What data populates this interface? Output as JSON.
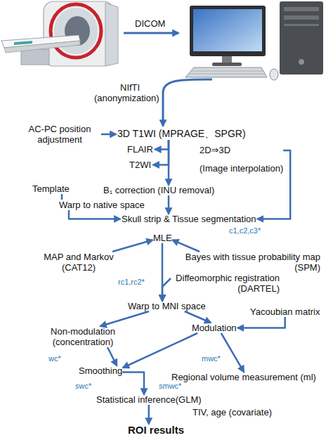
{
  "diagram": {
    "nodes": [
      {
        "text": [
          "AC-PC position adjustment"
        ]
      },
      {
        "text": [
          "3D T1WI (MPRAGE、SPGR)"
        ]
      },
      {
        "text": [
          "FLAIR"
        ]
      },
      {
        "text": [
          "T2WI"
        ]
      },
      {
        "text": [
          "2D⇒3D",
          "(Image interpolation)"
        ]
      },
      {
        "text": [
          "B₁ correction (INU removal)"
        ]
      },
      {
        "text": [
          "Template"
        ]
      },
      {
        "text": [
          "Warp to native space"
        ]
      },
      {
        "text": [
          "Skull strip & Tissue segmentation"
        ]
      },
      {
        "text": [
          "MLE"
        ]
      },
      {
        "text": [
          "MAP and Markov (CAT12)"
        ]
      },
      {
        "text": [
          "Bayes with tissue probability map (SPM)"
        ]
      },
      {
        "text": [
          "Diffeomorphic registration (DARTEL)"
        ]
      },
      {
        "text": [
          "Warp to MNI space"
        ]
      },
      {
        "text": [
          "Non-modulation (concentration)"
        ]
      },
      {
        "text": [
          "Modulation"
        ]
      },
      {
        "text": [
          "Yacoubian matrix"
        ]
      },
      {
        "text": [
          "Smoothing"
        ]
      },
      {
        "text": [
          "Regional volume measurement (ml)"
        ]
      },
      {
        "text": [
          "Statistical inference(GLM)"
        ]
      },
      {
        "text": [
          "ROI results"
        ]
      }
    ],
    "edges": [
      {
        "from": 0,
        "to": 1,
        "arrow": "to"
      },
      {
        "from": 1,
        "to": 2,
        "arrow": "to"
      },
      {
        "from": 1,
        "to": 3,
        "arrow": "to"
      },
      {
        "from": 1,
        "to": 5,
        "arrow": "to"
      },
      {
        "from": 4,
        "to": 8,
        "arrow": "to"
      },
      {
        "from": 5,
        "to": 8,
        "arrow": "to"
      },
      {
        "from": 6,
        "to": 7,
        "arrow": "none"
      },
      {
        "from": 7,
        "to": 8,
        "arrow": "to"
      },
      {
        "from": 10,
        "to": 9,
        "arrow": "to"
      },
      {
        "from": 11,
        "to": 9,
        "arrow": "to"
      },
      {
        "from": 9,
        "to": 13,
        "arrow": "to"
      },
      {
        "from": 12,
        "to": 13,
        "arrow": "to"
      },
      {
        "from": 13,
        "to": 14,
        "arrow": "to"
      },
      {
        "from": 13,
        "to": 15,
        "arrow": "to"
      },
      {
        "from": 16,
        "to": 15,
        "arrow": "to"
      },
      {
        "from": 14,
        "to": 17,
        "arrow": "to"
      },
      {
        "from": 15,
        "to": 17,
        "arrow": "to"
      },
      {
        "from": 15,
        "to": 18,
        "arrow": "to"
      },
      {
        "from": 17,
        "to": 19,
        "arrow": "to"
      },
      {
        "from": 19,
        "to": 20,
        "arrow": "to"
      }
    ],
    "labels": [
      "DICOM",
      "NIfTI",
      "(anonymization)",
      "c1,c2,c3*",
      "rc1,rc2*",
      "wc*",
      "mwc*",
      "swc*",
      "smwc*",
      "TIV, age (covariate)"
    ]
  }
}
